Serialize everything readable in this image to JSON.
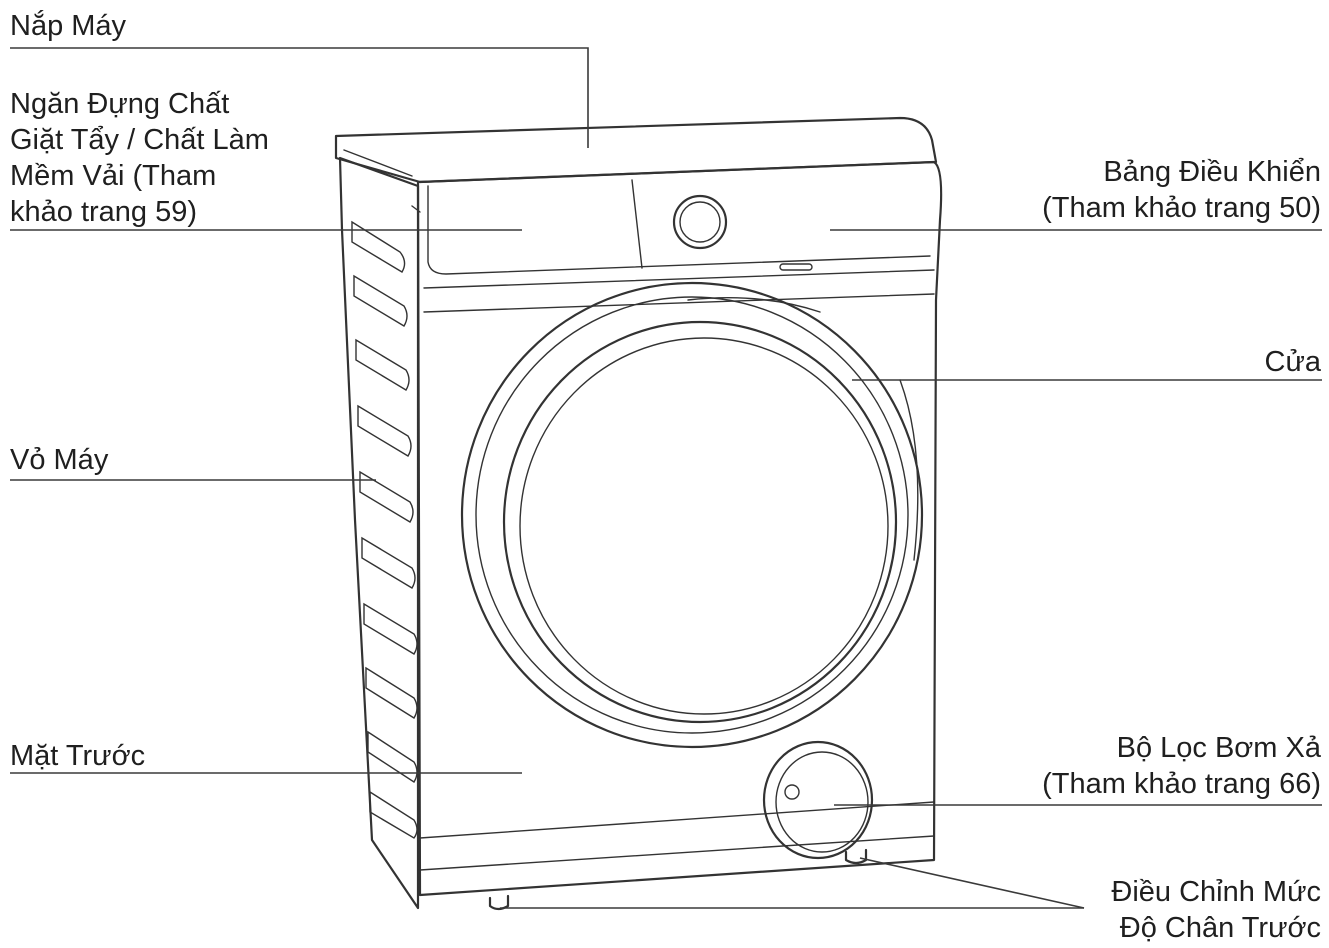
{
  "labels": {
    "top_cover": [
      "Nắp Máy"
    ],
    "detergent_drawer": [
      "Ngăn Đựng Chất",
      "Giặt Tẩy / Chất Làm",
      "Mềm Vải (Tham",
      "khảo trang 59)"
    ],
    "cabinet": [
      "Vỏ Máy"
    ],
    "front_panel": [
      "Mặt Trước"
    ],
    "control_panel": [
      "Bảng Điều Khiển",
      "(Tham khảo trang 50)"
    ],
    "door": [
      "Cửa"
    ],
    "drain_pump_filter": [
      "Bộ Lọc Bơm Xả",
      "(Tham khảo trang 66)"
    ],
    "front_leveling_feet": [
      "Điều Chỉnh Mức",
      "Độ Chân Trước"
    ]
  }
}
